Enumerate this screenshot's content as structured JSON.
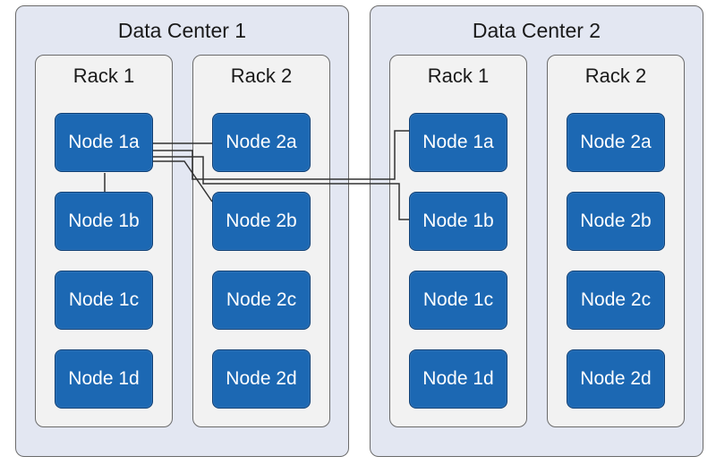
{
  "colors": {
    "data_center_fill": "#e3e7f2",
    "rack_fill": "#f2f2f2",
    "border": "#6b6b6b",
    "node_fill": "#1c68b3",
    "node_border": "#0f3f74",
    "node_text": "#ffffff",
    "link": "#333333"
  },
  "data_centers": [
    {
      "title": "Data Center 1",
      "racks": [
        {
          "title": "Rack 1",
          "nodes": [
            "Node 1a",
            "Node 1b",
            "Node 1c",
            "Node 1d"
          ]
        },
        {
          "title": "Rack 2",
          "nodes": [
            "Node 2a",
            "Node 2b",
            "Node 2c",
            "Node 2d"
          ]
        }
      ]
    },
    {
      "title": "Data Center 2",
      "racks": [
        {
          "title": "Rack 1",
          "nodes": [
            "Node 1a",
            "Node 1b",
            "Node 1c",
            "Node 1d"
          ]
        },
        {
          "title": "Rack 2",
          "nodes": [
            "Node 2a",
            "Node 2b",
            "Node 2c",
            "Node 2d"
          ]
        }
      ]
    }
  ]
}
